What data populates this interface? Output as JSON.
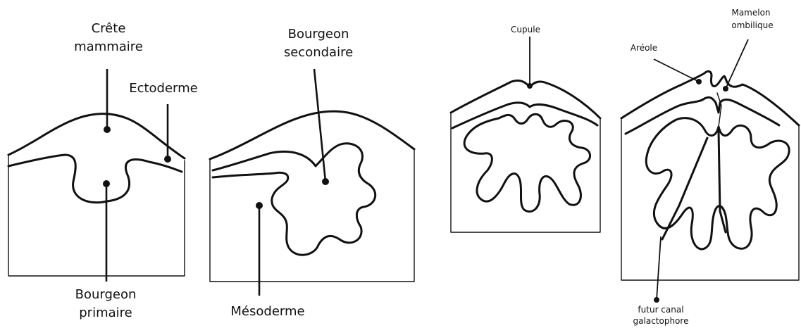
{
  "labels": {
    "crete_line1": "Crête",
    "crete_line2": "mammaire",
    "ectoderme": "Ectoderme",
    "bourgeon_primaire_line1": "Bourgeon",
    "bourgeon_primaire_line2": "primaire",
    "bourgeon_secondaire_line1": "Bourgeon",
    "bourgeon_secondaire_line2": "secondaire",
    "mesoderme": "Mésoderme",
    "cupule": "Cupule",
    "areole": "Aréole",
    "mamelon_line1": "Mamelon",
    "mamelon_line2": "ombilique",
    "futur_canal_line1": "futur canal",
    "futur_canal_line2": "galactophore"
  },
  "colors": {
    "stroke": "#111111",
    "background": "#ffffff"
  }
}
